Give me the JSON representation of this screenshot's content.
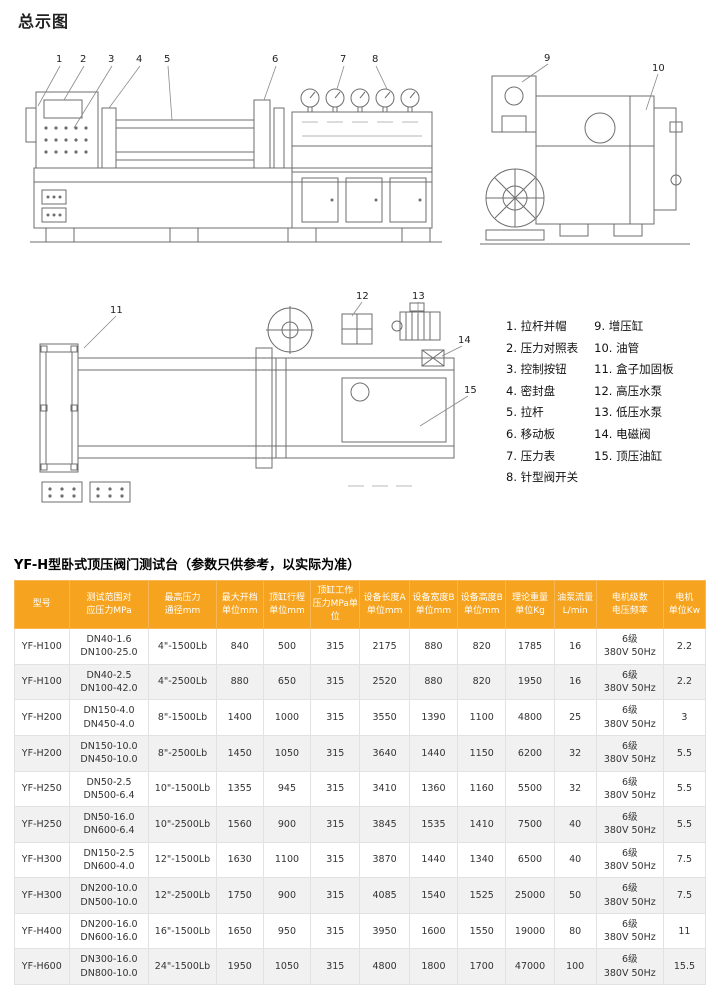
{
  "page": {
    "title": "总示图"
  },
  "callouts": [
    "1",
    "2",
    "3",
    "4",
    "5",
    "6",
    "7",
    "8",
    "9",
    "10",
    "11",
    "12",
    "13",
    "14",
    "15"
  ],
  "legend": {
    "left": [
      "1. 拉杆并帽",
      "2. 压力对照表",
      "3. 控制按钮",
      "4. 密封盘",
      "5. 拉杆",
      "6. 移动板",
      "7. 压力表",
      "8. 针型阀开关"
    ],
    "right": [
      "9. 增压缸",
      "10. 油管",
      "11. 盒子加固板",
      "12. 高压水泵",
      "13. 低压水泵",
      "14. 电磁阀",
      "15. 顶压油缸"
    ]
  },
  "section": {
    "title": "YF-H型卧式顶压阀门测试台（参数只供参考，以实际为准）"
  },
  "table": {
    "headers": [
      "型号",
      "测试范围对\n应压力MPa",
      "最高压力\n通径mm",
      "最大开档\n单位mm",
      "顶缸行程\n单位mm",
      "顶缸工作\n压力MPa单位",
      "设备长度A\n单位mm",
      "设备宽度B\n单位mm",
      "设备高度B\n单位mm",
      "理论重量\n单位Kg",
      "油泵流量\nL/min",
      "电机级数\n电压频率",
      "电机\n单位Kw"
    ],
    "rows": [
      [
        "YF-H100",
        "DN40-1.6\nDN100-25.0",
        "4\"-1500Lb",
        "840",
        "500",
        "315",
        "2175",
        "880",
        "820",
        "1785",
        "16",
        "6级\n380V 50Hz",
        "2.2"
      ],
      [
        "YF-H100",
        "DN40-2.5\nDN100-42.0",
        "4\"-2500Lb",
        "880",
        "650",
        "315",
        "2520",
        "880",
        "820",
        "1950",
        "16",
        "6级\n380V 50Hz",
        "2.2"
      ],
      [
        "YF-H200",
        "DN150-4.0\nDN450-4.0",
        "8\"-1500Lb",
        "1400",
        "1000",
        "315",
        "3550",
        "1390",
        "1100",
        "4800",
        "25",
        "6级\n380V 50Hz",
        "3"
      ],
      [
        "YF-H200",
        "DN150-10.0\nDN450-10.0",
        "8\"-2500Lb",
        "1450",
        "1050",
        "315",
        "3640",
        "1440",
        "1150",
        "6200",
        "32",
        "6级\n380V 50Hz",
        "5.5"
      ],
      [
        "YF-H250",
        "DN50-2.5\nDN500-6.4",
        "10\"-1500Lb",
        "1355",
        "945",
        "315",
        "3410",
        "1360",
        "1160",
        "5500",
        "32",
        "6级\n380V 50Hz",
        "5.5"
      ],
      [
        "YF-H250",
        "DN50-16.0\nDN600-6.4",
        "10\"-2500Lb",
        "1560",
        "900",
        "315",
        "3845",
        "1535",
        "1410",
        "7500",
        "40",
        "6级\n380V 50Hz",
        "5.5"
      ],
      [
        "YF-H300",
        "DN150-2.5\nDN600-4.0",
        "12\"-1500Lb",
        "1630",
        "1100",
        "315",
        "3870",
        "1440",
        "1340",
        "6500",
        "40",
        "6级\n380V 50Hz",
        "7.5"
      ],
      [
        "YF-H300",
        "DN200-10.0\nDN500-10.0",
        "12\"-2500Lb",
        "1750",
        "900",
        "315",
        "4085",
        "1540",
        "1525",
        "25000",
        "50",
        "6级\n380V 50Hz",
        "7.5"
      ],
      [
        "YF-H400",
        "DN200-16.0\nDN600-16.0",
        "16\"-1500Lb",
        "1650",
        "950",
        "315",
        "3950",
        "1600",
        "1550",
        "19000",
        "80",
        "6级\n380V 50Hz",
        "11"
      ],
      [
        "YF-H600",
        "DN300-16.0\nDN800-10.0",
        "24\"-1500Lb",
        "1950",
        "1050",
        "315",
        "4800",
        "1800",
        "1700",
        "47000",
        "100",
        "6级\n380V 50Hz",
        "15.5"
      ]
    ]
  },
  "colors": {
    "header_bg": "#f6a41f",
    "header_text": "#ffffff",
    "zebra": "#f1f1f1"
  }
}
